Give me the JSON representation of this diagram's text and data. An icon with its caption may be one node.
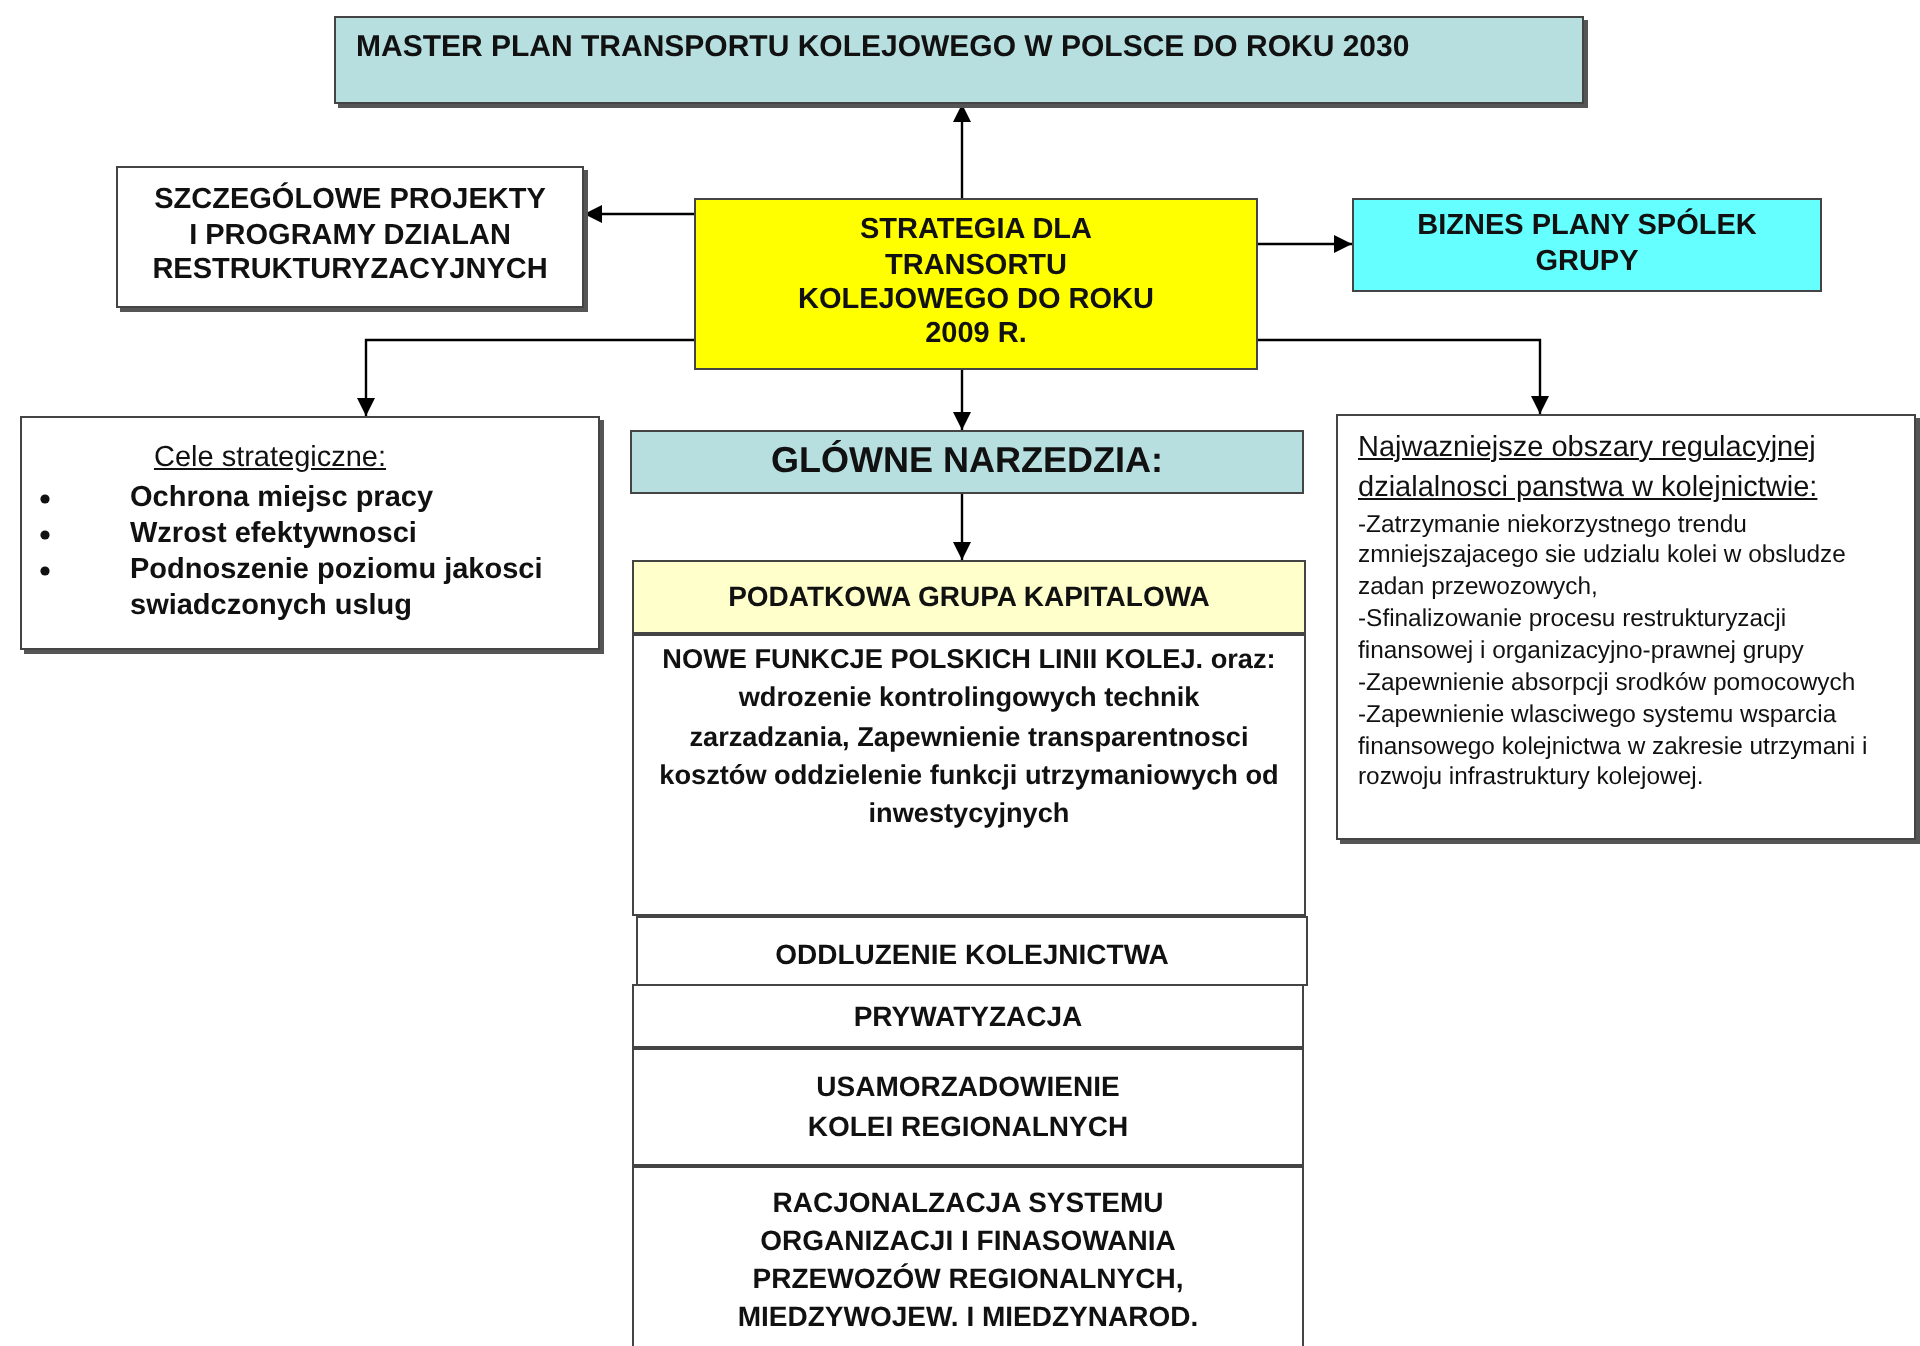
{
  "diagram": {
    "nodes": [
      {
        "text": [
          "MASTER PLAN TRANSPORTU KOLEJOWEGO W POLSCE DO ROKU 2030"
        ]
      },
      {
        "text": [
          "SZCZEGÓLOWE PROJEKTY I PROGRAMY  DZIALAN RESTRUKTURYZACYJNYCH"
        ]
      },
      {
        "text": [
          "STRATEGIA DLA TRANSORTU KOLEJOWEGO DO ROKU  2009 R."
        ]
      },
      {
        "text": [
          "BIZNES PLANY SPÓLEK GRUPY"
        ]
      },
      {
        "text": [
          "Cele strategiczne:",
          "Ochrona miejsc pracy",
          "Wzrost efektywnosci",
          "Podnoszenie poziomu jakosci swiadczonych uslug"
        ]
      },
      {
        "text": [
          "GLÓWNE NARZEDZIA:"
        ]
      },
      {
        "text": [
          "Najwazniejsze obszary regulacyjnej dzialalnosci panstwa w kolejnictwie:",
          "-Zatrzymanie niekorzystnego trendu zmniejszajacego sie udzialu kolei w obsludze zadan przewozowych,",
          "-Sfinalizowanie procesu restrukturyzacji finansowej i organizacyjno-prawnej grupy",
          "-Zapewnienie absorpcji srodków pomocowych",
          "-Zapewnienie wlasciwego systemu wsparcia finansowego kolejnictwa w zakresie utrzymani i rozwoju infrastruktury kolejowej."
        ]
      },
      {
        "text": [
          "PODATKOWA GRUPA KAPITALOWA"
        ]
      },
      {
        "text": [
          "NOWE FUNKCJE POLSKICH LINII KOLEJ. oraz: wdrozenie kontrolingowych technik zarzadzania, Zapewnienie transparentnosci kosztów oddzielenie funkcji utrzymaniowych od inwestycyjnych"
        ]
      },
      {
        "text": [
          "ODDLUZENIE KOLEJNICTWA"
        ]
      },
      {
        "text": [
          "PRYWATYZACJA"
        ]
      },
      {
        "text": [
          "USAMORZADOWIENIE KOLEI REGIONALNYCH"
        ]
      },
      {
        "text": [
          "RACJONALZACJA SYSTEMU ORGANIZACJI  I FINASOWANIA PRZEWOZÓW REGIONALNYCH, MIEDZYWOJEW. I  MIEDZYNAROD."
        ]
      }
    ],
    "edges": [
      {
        "from": 2,
        "to": 0,
        "arrow": "to"
      },
      {
        "from": 2,
        "to": 1,
        "arrow": "to"
      },
      {
        "from": 2,
        "to": 3,
        "arrow": "to"
      },
      {
        "from": 2,
        "to": 4,
        "arrow": "to"
      },
      {
        "from": 2,
        "to": 5,
        "arrow": "to"
      },
      {
        "from": 2,
        "to": 6,
        "arrow": "to"
      },
      {
        "from": 5,
        "to": 7,
        "arrow": "to"
      }
    ]
  }
}
